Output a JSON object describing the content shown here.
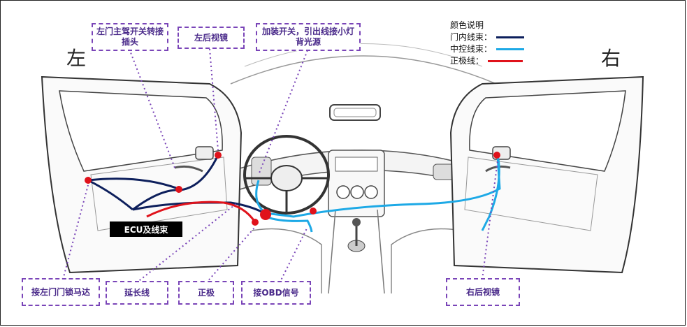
{
  "side_labels": {
    "left": "左",
    "right": "右"
  },
  "legend": {
    "title": "颜色说明",
    "items": [
      {
        "label": "门内线束：",
        "color": "#0d1f5c"
      },
      {
        "label": "中控线束：",
        "color": "#1da9e6"
      },
      {
        "label": "正极线：",
        "color": "#e0121b"
      }
    ]
  },
  "ecu_label": "ECU及线束",
  "callouts": {
    "left_door_switch": "左门主驾开关转接插头",
    "left_mirror": "左后视镜",
    "add_switch": "加装开关，引出线接小灯背光源",
    "left_door_lock": "接左门门锁马达",
    "extension_wire": "延长线",
    "positive": "正极",
    "obd": "接OBD信号",
    "right_mirror": "右后视镜"
  }
}
